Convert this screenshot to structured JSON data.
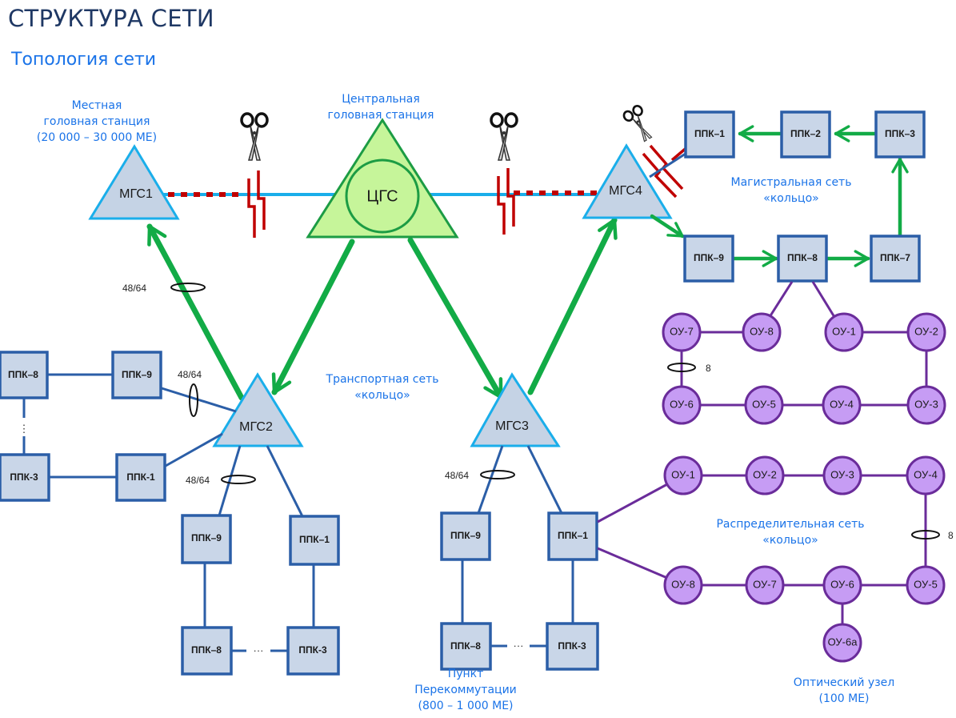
{
  "header": {
    "title": "СТРУКТУРА СЕТИ",
    "subtitle": "Топология сети"
  },
  "colors": {
    "title": "#1f3864",
    "caption": "#1a73e8",
    "ring_arrow": "#12ab46",
    "ppk_fill": "#c9d6e8",
    "ppk_border": "#2b5ea7",
    "mgs_fill": "#c5d3e5",
    "mgs_border": "#1aaeea",
    "cgs_fill": "#c6f59a",
    "ou_fill": "#c69cf4",
    "ou_border": "#6a2c9a",
    "cut": "#c00000"
  },
  "captions": {
    "local_headend": [
      "Местная",
      "головная станция",
      "(20 000 – 30 000 МЕ)"
    ],
    "central_headend": [
      "Центральная",
      "головная станция"
    ],
    "backbone_ring": [
      "Магистральная сеть",
      "«кольцо»"
    ],
    "transport_ring": [
      "Транспортная сеть",
      "«кольцо»"
    ],
    "distribution_ring": [
      "Распределительная сеть",
      "«кольцо»"
    ],
    "switch_point": [
      "Пункт",
      "Перекоммутации",
      "(800 – 1 000 МЕ)"
    ],
    "optical_node": [
      "Оптический узел",
      "(100 МЕ)"
    ]
  },
  "stations": {
    "cgs": "ЦГС",
    "mgs1": "МГС1",
    "mgs2": "МГС2",
    "mgs3": "МГС3",
    "mgs4": "МГС4"
  },
  "backbone_ppk": {
    "p1": "ППК–1",
    "p2": "ППК–2",
    "p3": "ППК–3",
    "p9": "ППК–9",
    "p8": "ППК–8",
    "p7": "ППК–7"
  },
  "mgs2_left_ppk": {
    "p8": "ППК–8",
    "p9": "ППК–9",
    "p3": "ППК-3",
    "p1": "ППК-1"
  },
  "mgs2_bottom_ppk": {
    "p9": "ППК–9",
    "p1": "ППК–1",
    "p8": "ППК–8",
    "p3": "ППК-3"
  },
  "mgs3_ppk": {
    "p9": "ППК–9",
    "p1": "ППК–1",
    "p8": "ППК–8",
    "p3": "ППК-3"
  },
  "ou_upper": {
    "ou7": "ОУ-7",
    "ou8": "ОУ-8",
    "ou1": "ОУ-1",
    "ou2": "ОУ-2",
    "ou6": "ОУ-6",
    "ou5": "ОУ-5",
    "ou4": "ОУ-4",
    "ou3": "ОУ-3"
  },
  "ou_lower": {
    "ou1": "ОУ-1",
    "ou2": "ОУ-2",
    "ou3": "ОУ-3",
    "ou4": "ОУ-4",
    "ou8": "ОУ-8",
    "ou7": "ОУ-7",
    "ou6": "ОУ-6",
    "ou5": "ОУ-5",
    "ou6a": "ОУ-6а"
  },
  "fiber_counts": {
    "mgs1_mgs2": "48/64",
    "mgs2_left": "48/64",
    "mgs2_bottom": "48/64",
    "mgs3_bottom": "48/64",
    "ou_upper": "8",
    "ou_lower": "8"
  },
  "ellipsis": "···",
  "vertical_ellipsis": "⋮"
}
